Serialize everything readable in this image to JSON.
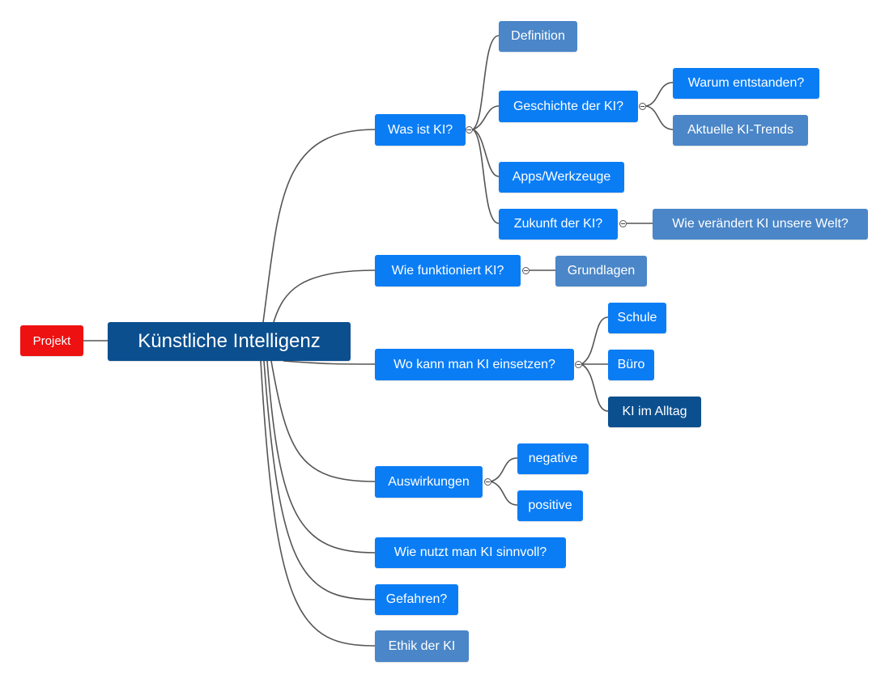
{
  "nodes": {
    "root": "Künstliche Intelligenz",
    "projekt": "Projekt",
    "was_ist_ki": "Was ist KI?",
    "definition": "Definition",
    "geschichte": "Geschichte der KI?",
    "warum_entstanden": "Warum entstanden?",
    "aktuelle_trends": "Aktuelle KI-Trends",
    "apps": "Apps/Werkzeuge",
    "zukunft": "Zukunft der KI?",
    "welt": "Wie verändert KI unsere Welt?",
    "funktioniert": "Wie funktioniert KI?",
    "grundlagen": "Grundlagen",
    "einsetzen": "Wo kann  man KI einsetzen?",
    "schule": "Schule",
    "buero": "Büro",
    "alltag": "KI im Alltag",
    "auswirkungen": "Auswirkungen",
    "negative": "negative",
    "positive": "positive",
    "sinnvoll": "Wie nutzt man KI sinnvoll?",
    "gefahren": "Gefahren?",
    "ethik": "Ethik der KI"
  },
  "colors": {
    "topic_blue": "#0a7df5",
    "topic_steel": "#4a86c8",
    "topic_dark": "#0b4f8f",
    "floating_red": "#ee1111",
    "connector": "#555555"
  }
}
